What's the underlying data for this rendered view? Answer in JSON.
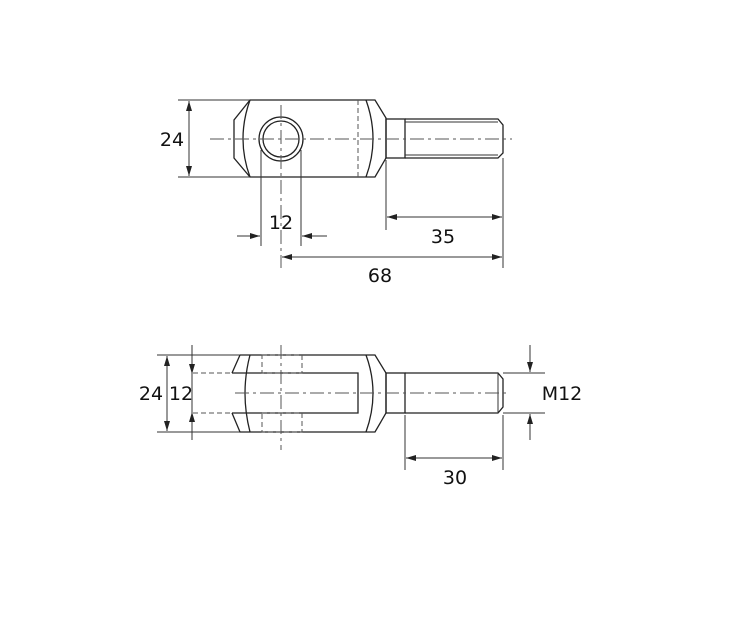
{
  "drawing": {
    "top_view": {
      "dim_height": "24",
      "dim_hole": "12",
      "dim_thread_length": "35",
      "dim_overall": "68"
    },
    "side_view": {
      "dim_height": "24",
      "dim_slot": "12",
      "dim_thread": "M12",
      "dim_thread_length": "30"
    }
  }
}
